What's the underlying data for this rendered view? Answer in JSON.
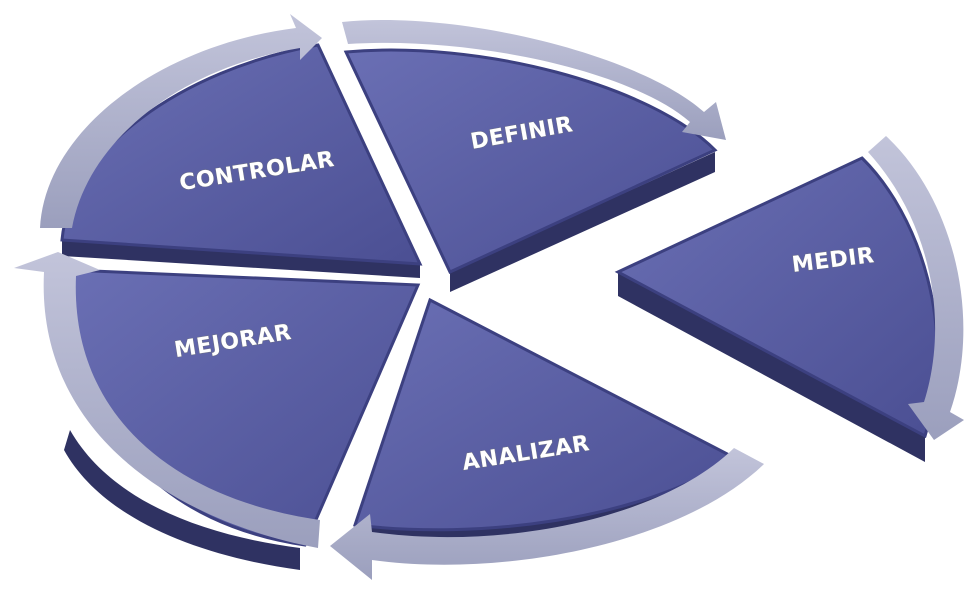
{
  "diagram": {
    "type": "dmaic-cycle",
    "segments": [
      {
        "id": "definir",
        "label": "DEFINIR"
      },
      {
        "id": "medir",
        "label": "MEDIR"
      },
      {
        "id": "analizar",
        "label": "ANALIZAR"
      },
      {
        "id": "mejorar",
        "label": "MEJORAR"
      },
      {
        "id": "controlar",
        "label": "CONTROLAR"
      }
    ],
    "colors": {
      "segment_top": "#55599e",
      "segment_top_light": "#6a6fb4",
      "segment_side": "#2f3262",
      "segment_bevel": "#3c4080",
      "arrow": "#a9acc6",
      "arrow_light": "#c2c4da",
      "label_fill": "#ffffff"
    }
  }
}
